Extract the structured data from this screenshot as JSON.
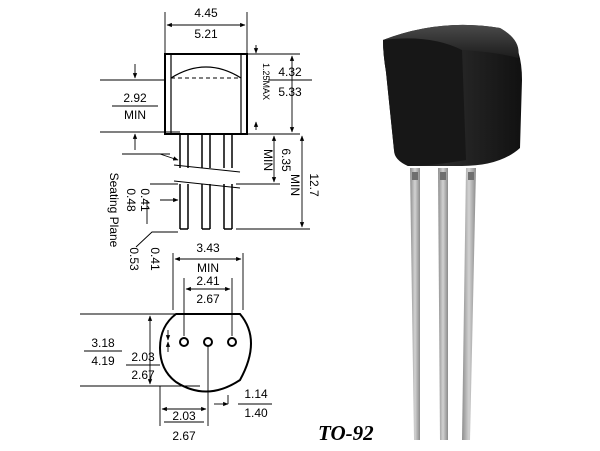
{
  "package": {
    "name": "TO-92",
    "body_color": "#1b1b1b",
    "lead_color": "#b0b0b0"
  },
  "front_view": {
    "width_min": "4.45",
    "width_max": "5.21",
    "top_note": "1.25MAX",
    "height_min": "4.32",
    "height_max": "5.33",
    "standoff_min": "2.92",
    "standoff_label": "MIN",
    "shoulder_min": "6.35",
    "shoulder_label": "MIN",
    "lead_length": "12.7",
    "lead_length_label": "MIN",
    "seating_plane": "Seating Plane",
    "lead_thickness_min": "0.41",
    "lead_thickness_max": "0.48",
    "lead_width_min": "0.41",
    "lead_width_max": "0.53"
  },
  "bottom_view": {
    "span_min": "3.43",
    "span_label": "MIN",
    "pitch_min": "2.41",
    "pitch_max": "2.67",
    "depth_min": "3.18",
    "depth_max": "4.19",
    "flat_min": "2.03",
    "flat_max": "2.67",
    "bottom_min": "2.03",
    "bottom_max": "2.67",
    "radius_min": "1.14",
    "radius_max": "1.40"
  }
}
